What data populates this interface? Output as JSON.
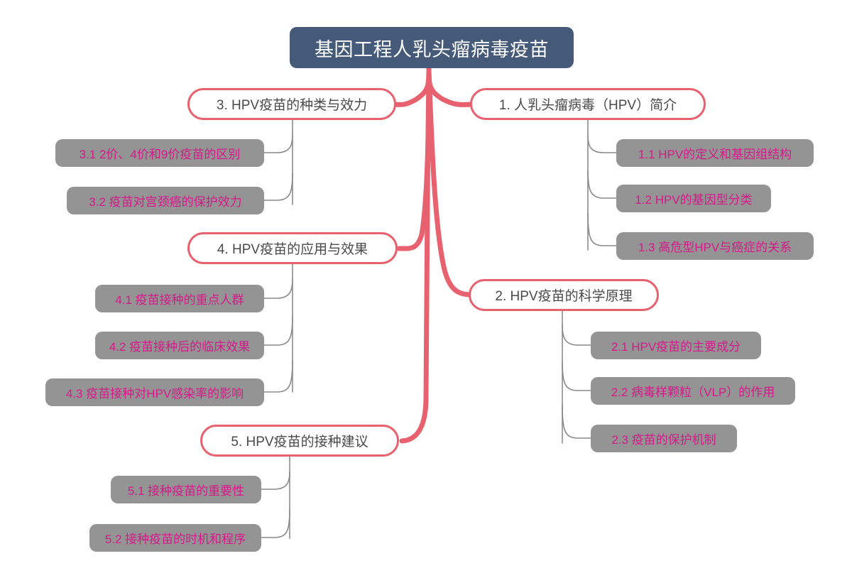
{
  "diagram": {
    "type": "mindmap",
    "title": "基因工程人乳头瘤病毒疫苗",
    "colors": {
      "root_fill": "#455a78",
      "root_text": "#ffffff",
      "branch_border": "#e8616f",
      "branch_fill": "#ffffff",
      "branch_text": "#4a4a4a",
      "leaf_fill": "#949494",
      "leaf_text": "#d6198a",
      "trunk_line": "#e8616f",
      "leaf_line": "#8a8a8a",
      "background": "#ffffff"
    }
  },
  "root": {
    "label": "基因工程人乳头瘤病毒疫苗"
  },
  "branches": [
    {
      "id": "b1",
      "label": "1. 人乳头瘤病毒（HPV）简介",
      "side": "right",
      "children": [
        {
          "label": "1.1 HPV的定义和基因组结构"
        },
        {
          "label": "1.2 HPV的基因型分类"
        },
        {
          "label": "1.3 高危型HPV与癌症的关系"
        }
      ]
    },
    {
      "id": "b2",
      "label": "2. HPV疫苗的科学原理",
      "side": "right",
      "children": [
        {
          "label": "2.1 HPV疫苗的主要成分"
        },
        {
          "label": "2.2 病毒样颗粒（VLP）的作用"
        },
        {
          "label": "2.3 疫苗的保护机制"
        }
      ]
    },
    {
      "id": "b3",
      "label": "3. HPV疫苗的种类与效力",
      "side": "left",
      "children": [
        {
          "label": "3.1 2价、4价和9价疫苗的区别"
        },
        {
          "label": "3.2 疫苗对宫颈癌的保护效力"
        }
      ]
    },
    {
      "id": "b4",
      "label": "4. HPV疫苗的应用与效果",
      "side": "left",
      "children": [
        {
          "label": "4.1 疫苗接种的重点人群"
        },
        {
          "label": "4.2 疫苗接种后的临床效果"
        },
        {
          "label": "4.3 疫苗接种对HPV感染率的影响"
        }
      ]
    },
    {
      "id": "b5",
      "label": "5. HPV疫苗的接种建议",
      "side": "left",
      "children": [
        {
          "label": "5.1 接种疫苗的重要性"
        },
        {
          "label": "5.2 接种疫苗的时机和程序"
        }
      ]
    }
  ]
}
